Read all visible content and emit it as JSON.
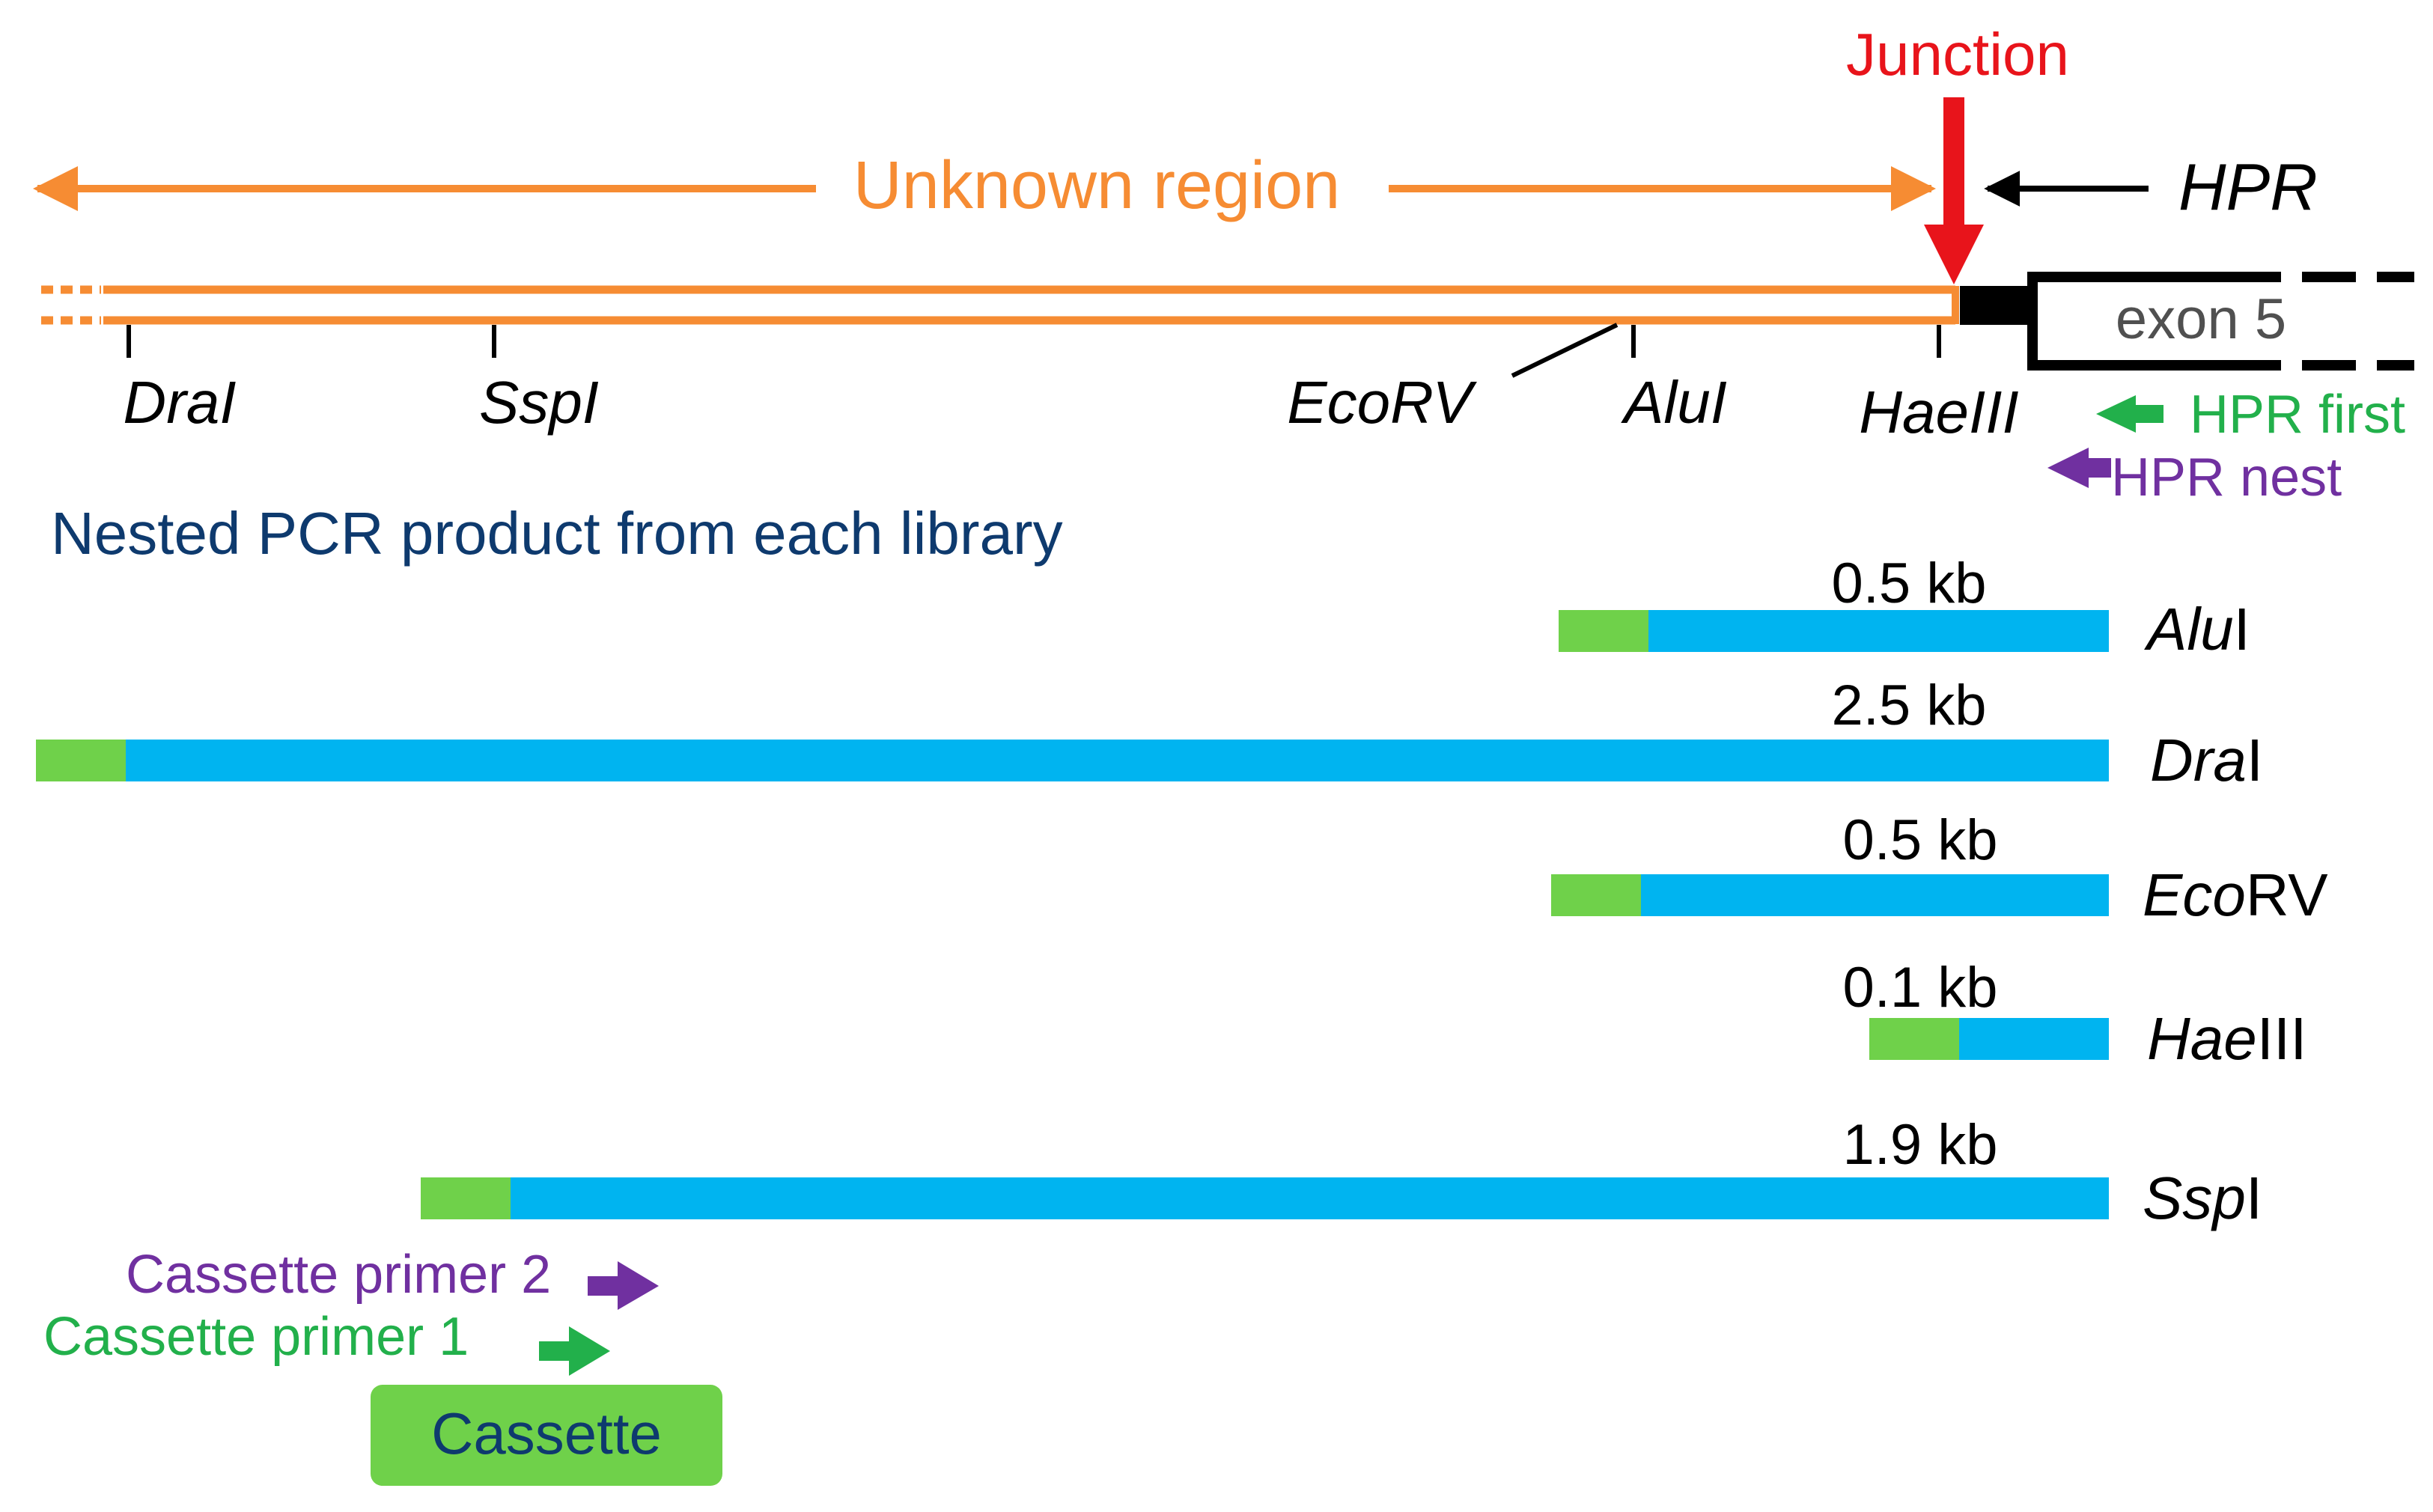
{
  "colors": {
    "orange": "#F68C33",
    "red": "#E8141B",
    "black": "#000000",
    "green_text": "#22B04B",
    "green_bar": "#6FD14A",
    "blue_bar": "#00B4F0",
    "purple": "#7030A0",
    "navy": "#0E3A6E",
    "gray_text": "#505050"
  },
  "top": {
    "junction_label": "Junction",
    "unknown_region_label": "Unknown region",
    "hpr_label": "HPR",
    "exon_label": "exon 5",
    "hpr_first_label": "HPR first",
    "hpr_nest_label": "HPR nest",
    "sites": {
      "dra": "DraI",
      "ssp": "SspI",
      "ecorv": "EcoRV",
      "alu": "AluI",
      "hae": "HaeIII"
    }
  },
  "nested": {
    "heading": "Nested PCR product from each library",
    "products": [
      {
        "size": "0.5 kb",
        "enzyme_it": "Alu",
        "enzyme_rest": "I"
      },
      {
        "size": "2.5 kb",
        "enzyme_it": "Dra",
        "enzyme_rest": "I"
      },
      {
        "size": "0.5 kb",
        "enzyme_it": "Eco",
        "enzyme_rest": "RV"
      },
      {
        "size": "0.1 kb",
        "enzyme_it": "Hae",
        "enzyme_rest": "III"
      },
      {
        "size": "1.9 kb",
        "enzyme_it": "Ssp",
        "enzyme_rest": "I"
      }
    ]
  },
  "cassette": {
    "primer2_label": "Cassette primer 2",
    "primer1_label": "Cassette primer 1",
    "box_label": "Cassette"
  }
}
